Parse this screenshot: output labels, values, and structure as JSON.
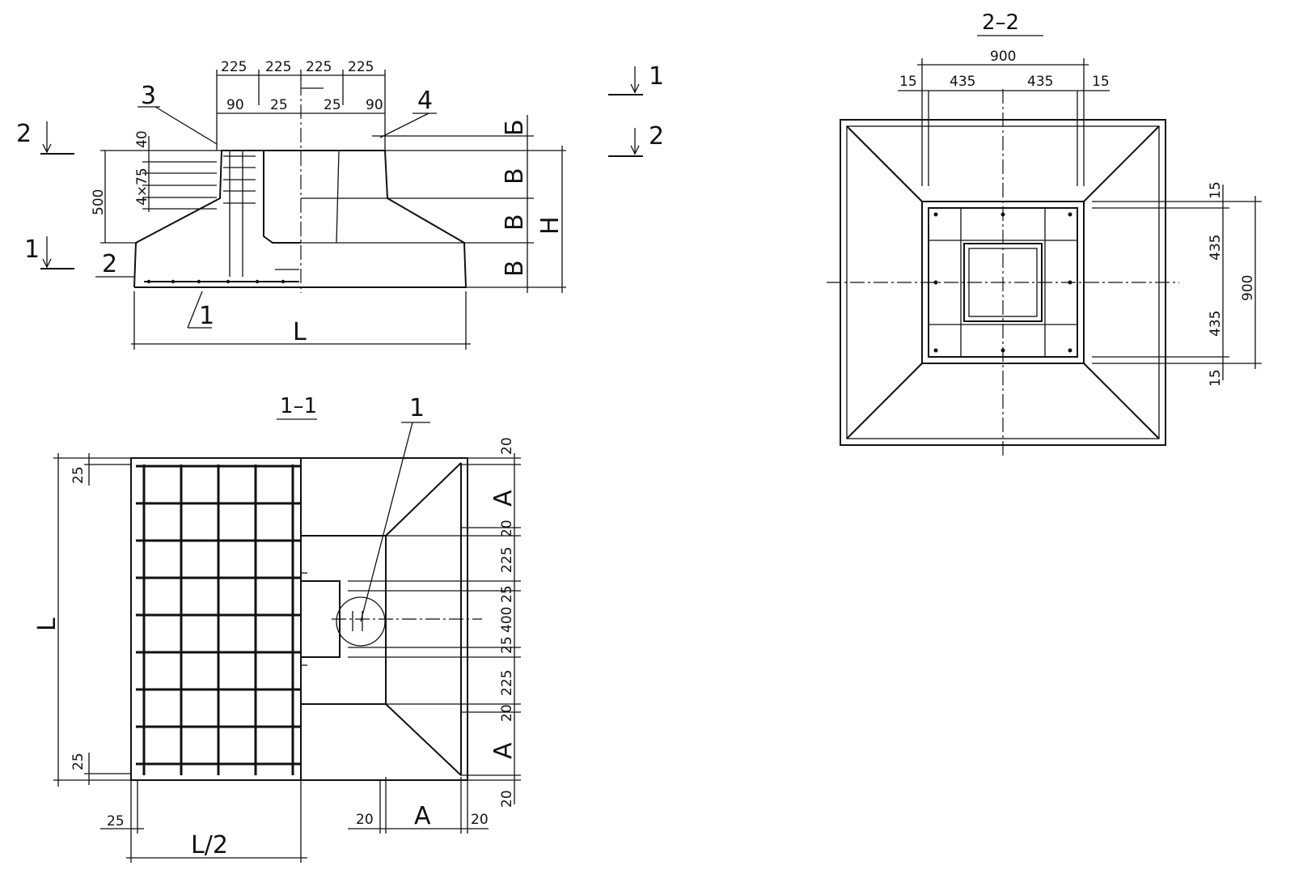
{
  "elevation": {
    "top_dims": [
      "225",
      "225",
      "225",
      "225"
    ],
    "inner_dims": [
      "90",
      "25",
      "25",
      "90"
    ],
    "left_dims": {
      "d40": "40",
      "d4x75": "4×75",
      "d500": "500"
    },
    "bottom_dim": "L",
    "right_dims": [
      "Б",
      "В",
      "В",
      "В"
    ],
    "height_label": "H",
    "callouts": [
      "1",
      "2",
      "3",
      "4"
    ],
    "cut_marks": {
      "left_top": "2",
      "left_bottom": "1",
      "right_top": "1",
      "right_bottom": "2"
    }
  },
  "section_1_1": {
    "title": "1–1",
    "callout": "1",
    "left_dims": {
      "top": "25",
      "middle": "L",
      "bottom": "25"
    },
    "right_dims": [
      "20",
      "А",
      "20",
      "225",
      "25",
      "400",
      "25",
      "225",
      "20",
      "А",
      "20"
    ],
    "bottom_dims": {
      "left_offset": "25",
      "half": "L/2",
      "r20a": "20",
      "ra": "А",
      "r20b": "20"
    }
  },
  "section_2_2": {
    "title": "2–2",
    "top_dims": {
      "total": "900",
      "edge_left": "15",
      "half_left": "435",
      "half_right": "435",
      "edge_right": "15"
    },
    "right_dims": {
      "edge_top": "15",
      "half_top": "435",
      "total": "900",
      "half_bottom": "435",
      "edge_bottom": "15"
    }
  }
}
